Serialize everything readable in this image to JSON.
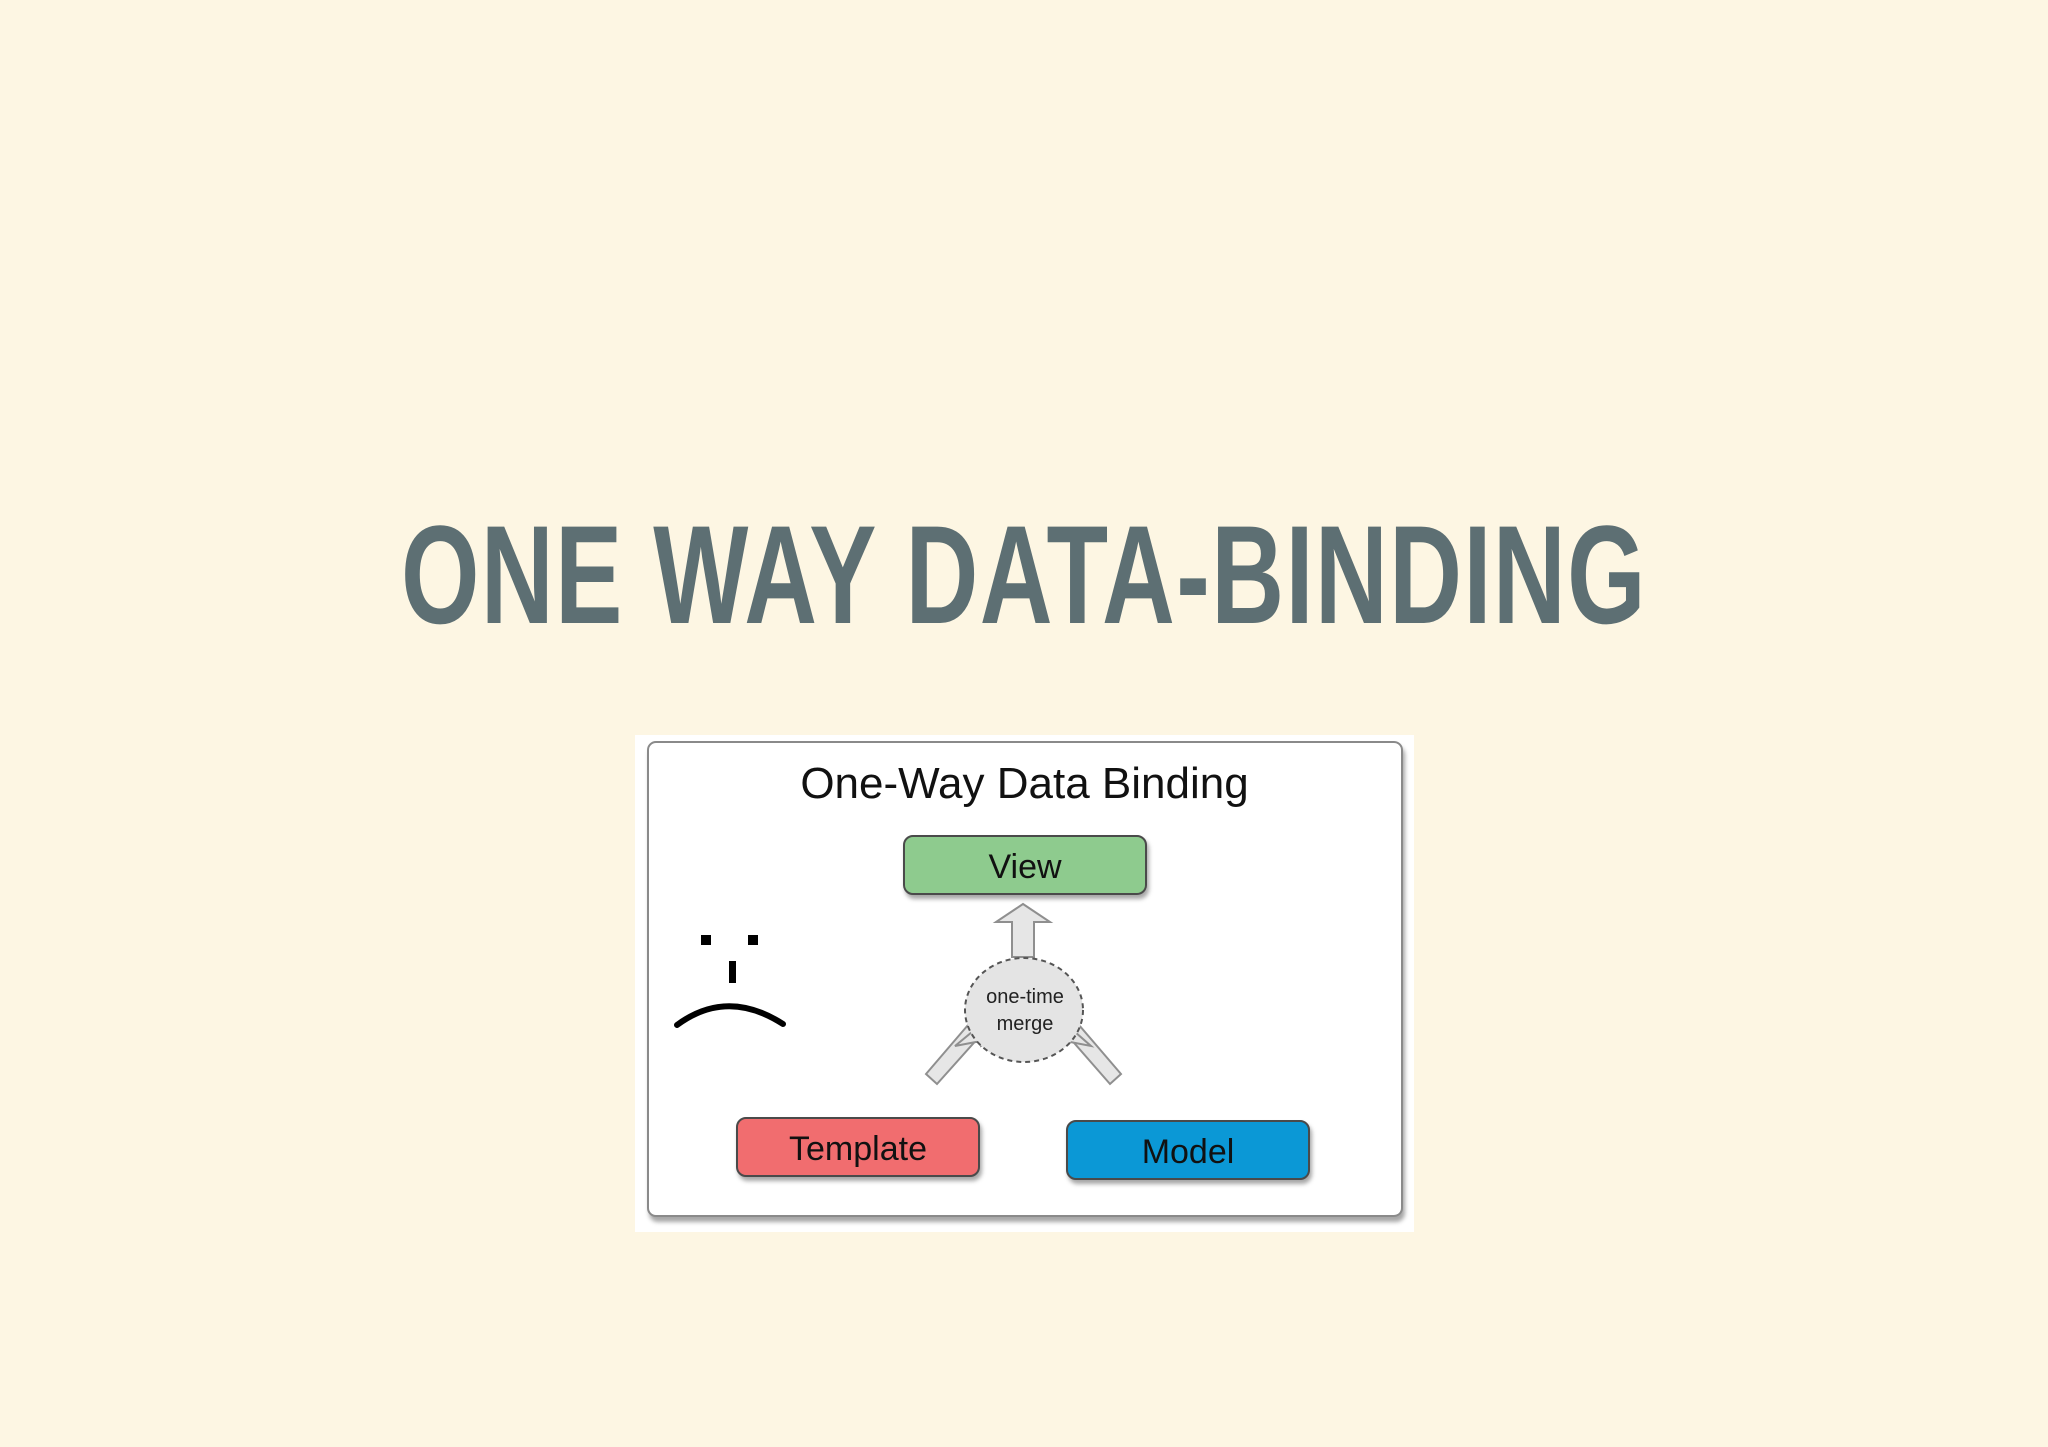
{
  "slide": {
    "title": "ONE WAY DATA-BINDING"
  },
  "diagram": {
    "title": "One-Way Data Binding",
    "nodes": {
      "view": "View",
      "template": "Template",
      "model": "Model"
    },
    "merge": {
      "line1": "one-time",
      "line2": "merge"
    },
    "face_icon": "sad-face-icon",
    "colors": {
      "view": "#8ecb8e",
      "template": "#f16d6f",
      "model": "#0b98d6",
      "title": "#5d6f73",
      "background": "#fdf6e3"
    }
  }
}
